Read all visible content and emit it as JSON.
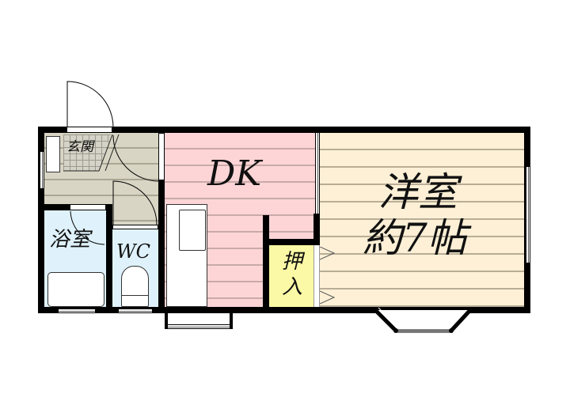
{
  "floor_plan": {
    "rooms": {
      "entrance": {
        "label": "玄関",
        "color": "#d5d3c7"
      },
      "hallway": {
        "color": "#d8d5c5"
      },
      "bathroom": {
        "label": "浴室",
        "color": "#dff2fb"
      },
      "toilet": {
        "label": "WC",
        "color": "#dff2fb"
      },
      "dining_kitchen": {
        "label": "DK",
        "color": "#fdd5d6"
      },
      "closet": {
        "label_line1": "押",
        "label_line2": "入",
        "color": "#fcf9a6"
      },
      "western_room": {
        "label_line1": "洋室",
        "label_line2": "約7帖",
        "color": "#fdf0d6"
      }
    },
    "wall_color": "#000000"
  }
}
